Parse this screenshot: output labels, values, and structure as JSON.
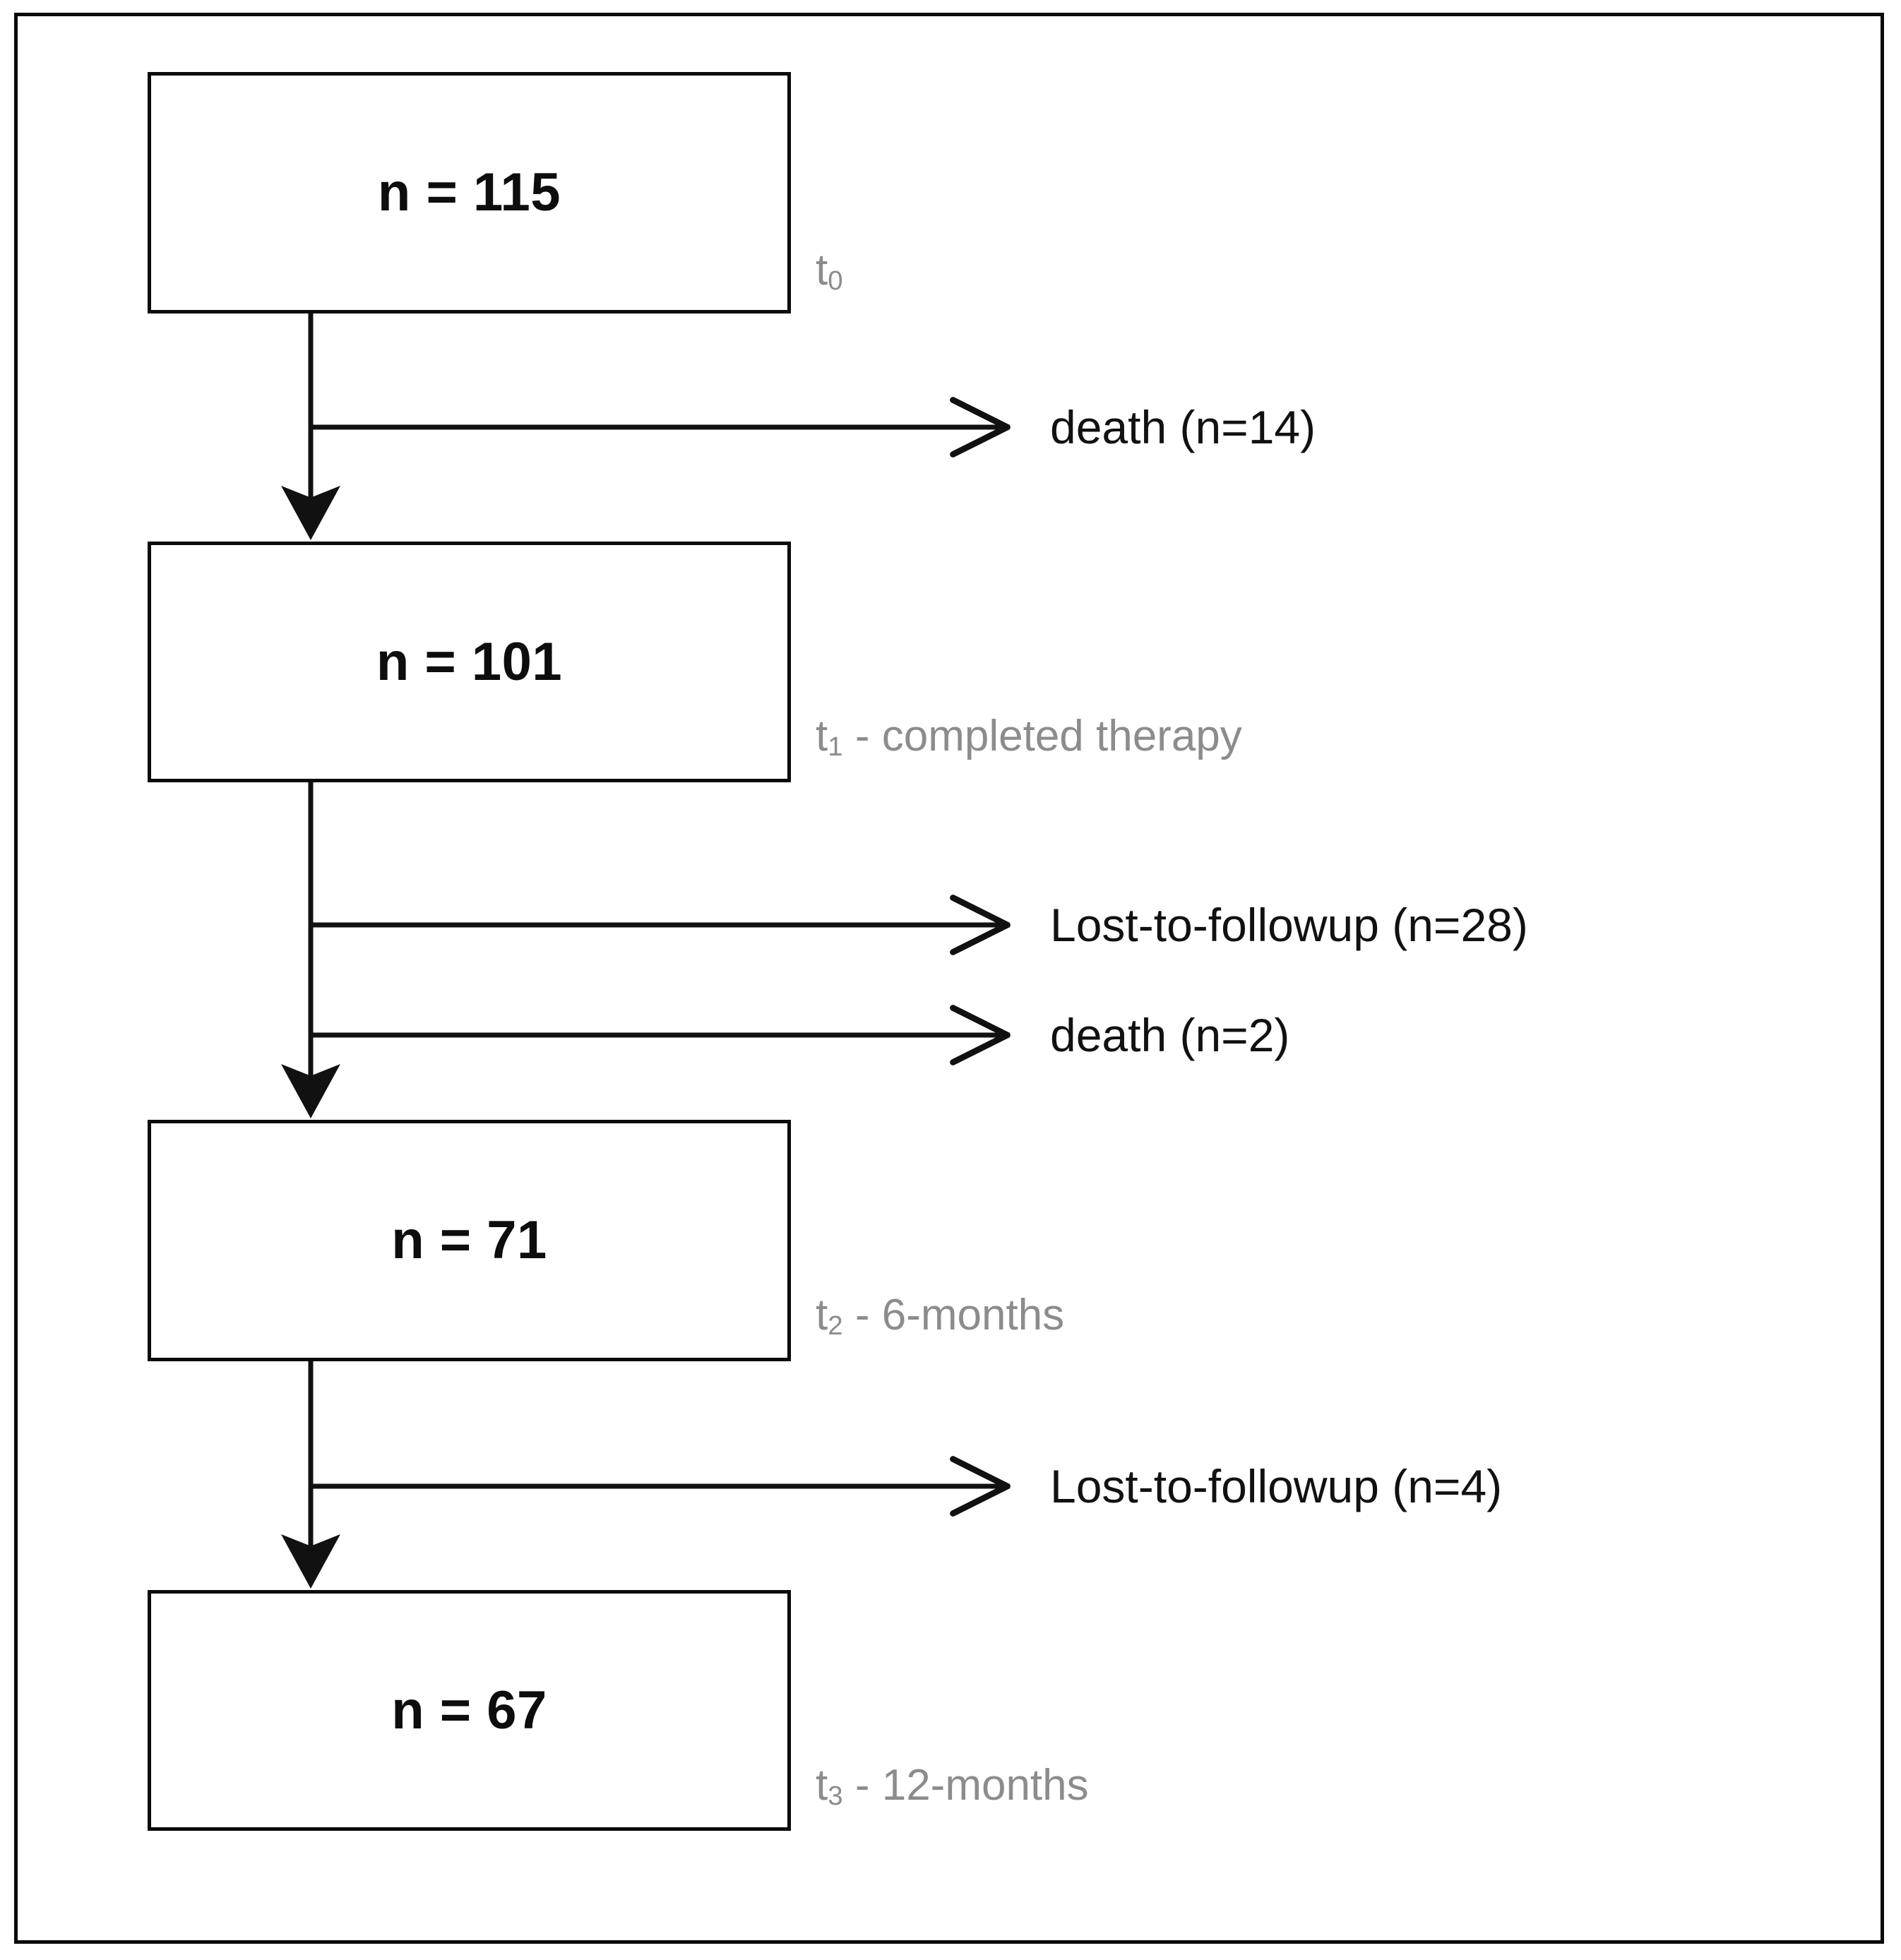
{
  "figure": {
    "type": "flowchart",
    "orientation": "vertical",
    "frame_color": "#0a0a0a",
    "box_border_color": "#0a0a0a",
    "box_fill": "#ffffff",
    "text_color": "#0d0d0d",
    "timepoint_color": "#8c8c8c",
    "connector_color": "#111111"
  },
  "nodes": [
    {
      "id": "t0",
      "label": "n = 115",
      "n": 115,
      "timepoint": "t",
      "timepoint_sub": "0",
      "timepoint_suffix": ""
    },
    {
      "id": "t1",
      "label": "n = 101",
      "n": 101,
      "timepoint": "t",
      "timepoint_sub": "1",
      "timepoint_suffix": " - completed therapy"
    },
    {
      "id": "t2",
      "label": "n = 71",
      "n": 71,
      "timepoint": "t",
      "timepoint_sub": "2",
      "timepoint_suffix": " - 6-months"
    },
    {
      "id": "t3",
      "label": "n = 67",
      "n": 67,
      "timepoint": "t",
      "timepoint_sub": "3",
      "timepoint_suffix": " - 12-months"
    }
  ],
  "branches": [
    {
      "id": "b0",
      "label": "death (n=14)",
      "reason": "death",
      "n": 14,
      "from": "t0",
      "to": "t1"
    },
    {
      "id": "b1",
      "label": "Lost-to-followup (n=28)",
      "reason": "Lost-to-followup",
      "n": 28,
      "from": "t1",
      "to": "t2"
    },
    {
      "id": "b2",
      "label": "death (n=2)",
      "reason": "death",
      "n": 2,
      "from": "t1",
      "to": "t2"
    },
    {
      "id": "b3",
      "label": "Lost-to-followup (n=4)",
      "reason": "Lost-to-followup",
      "n": 4,
      "from": "t2",
      "to": "t3"
    }
  ],
  "chart_data": {
    "type": "flow",
    "title": "",
    "categories": [
      "t0",
      "t1 - completed therapy",
      "t2 - 6-months",
      "t3 - 12-months"
    ],
    "values": [
      115,
      101,
      71,
      67
    ],
    "attrition": [
      {
        "between": "t0-t1",
        "reasons": [
          {
            "label": "death",
            "n": 14
          }
        ]
      },
      {
        "between": "t1-t2",
        "reasons": [
          {
            "label": "Lost-to-followup",
            "n": 28
          },
          {
            "label": "death",
            "n": 2
          }
        ]
      },
      {
        "between": "t2-t3",
        "reasons": [
          {
            "label": "Lost-to-followup",
            "n": 4
          }
        ]
      }
    ]
  }
}
